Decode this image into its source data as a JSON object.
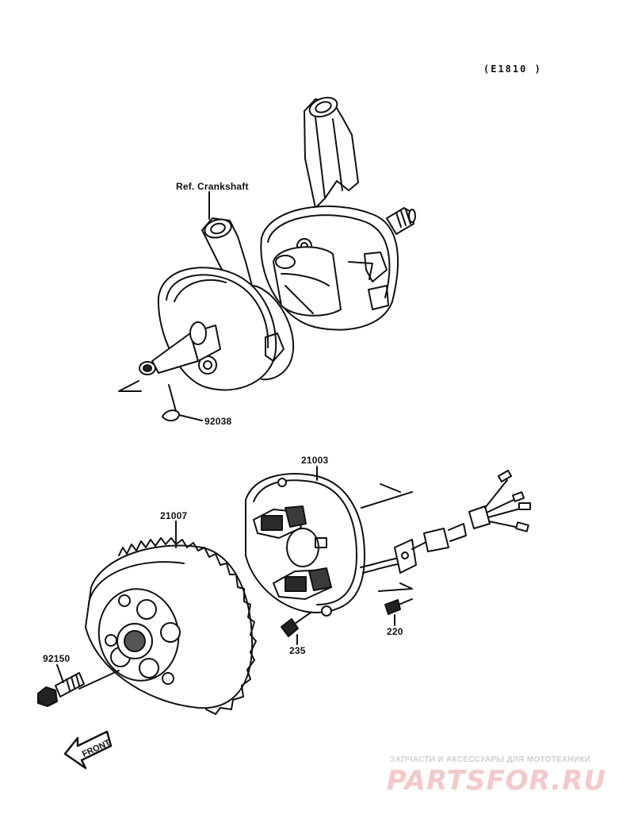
{
  "diagram_code": "(E1810 )",
  "labels": {
    "ref_crankshaft": "Ref. Crankshaft",
    "part_92038": "92038",
    "part_21003": "21003",
    "part_21007": "21007",
    "part_92150": "92150",
    "part_235": "235",
    "part_220": "220",
    "front": "FRONT"
  },
  "watermark": {
    "tagline": "ЗАПЧАСТИ И АКСЕССУАРЫ ДЛЯ МОТОТЕХНИКИ",
    "logo": "PARTSFOR.RU"
  }
}
